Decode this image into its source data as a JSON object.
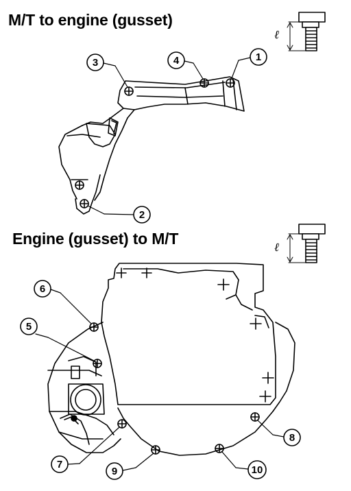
{
  "titles": {
    "top": "M/T to engine (gusset)",
    "bottom": "Engine (gusset) to M/T"
  },
  "bolt_length_symbol": "ℓ",
  "callouts": [
    "1",
    "2",
    "3",
    "4",
    "5",
    "6",
    "7",
    "8",
    "9",
    "10"
  ]
}
